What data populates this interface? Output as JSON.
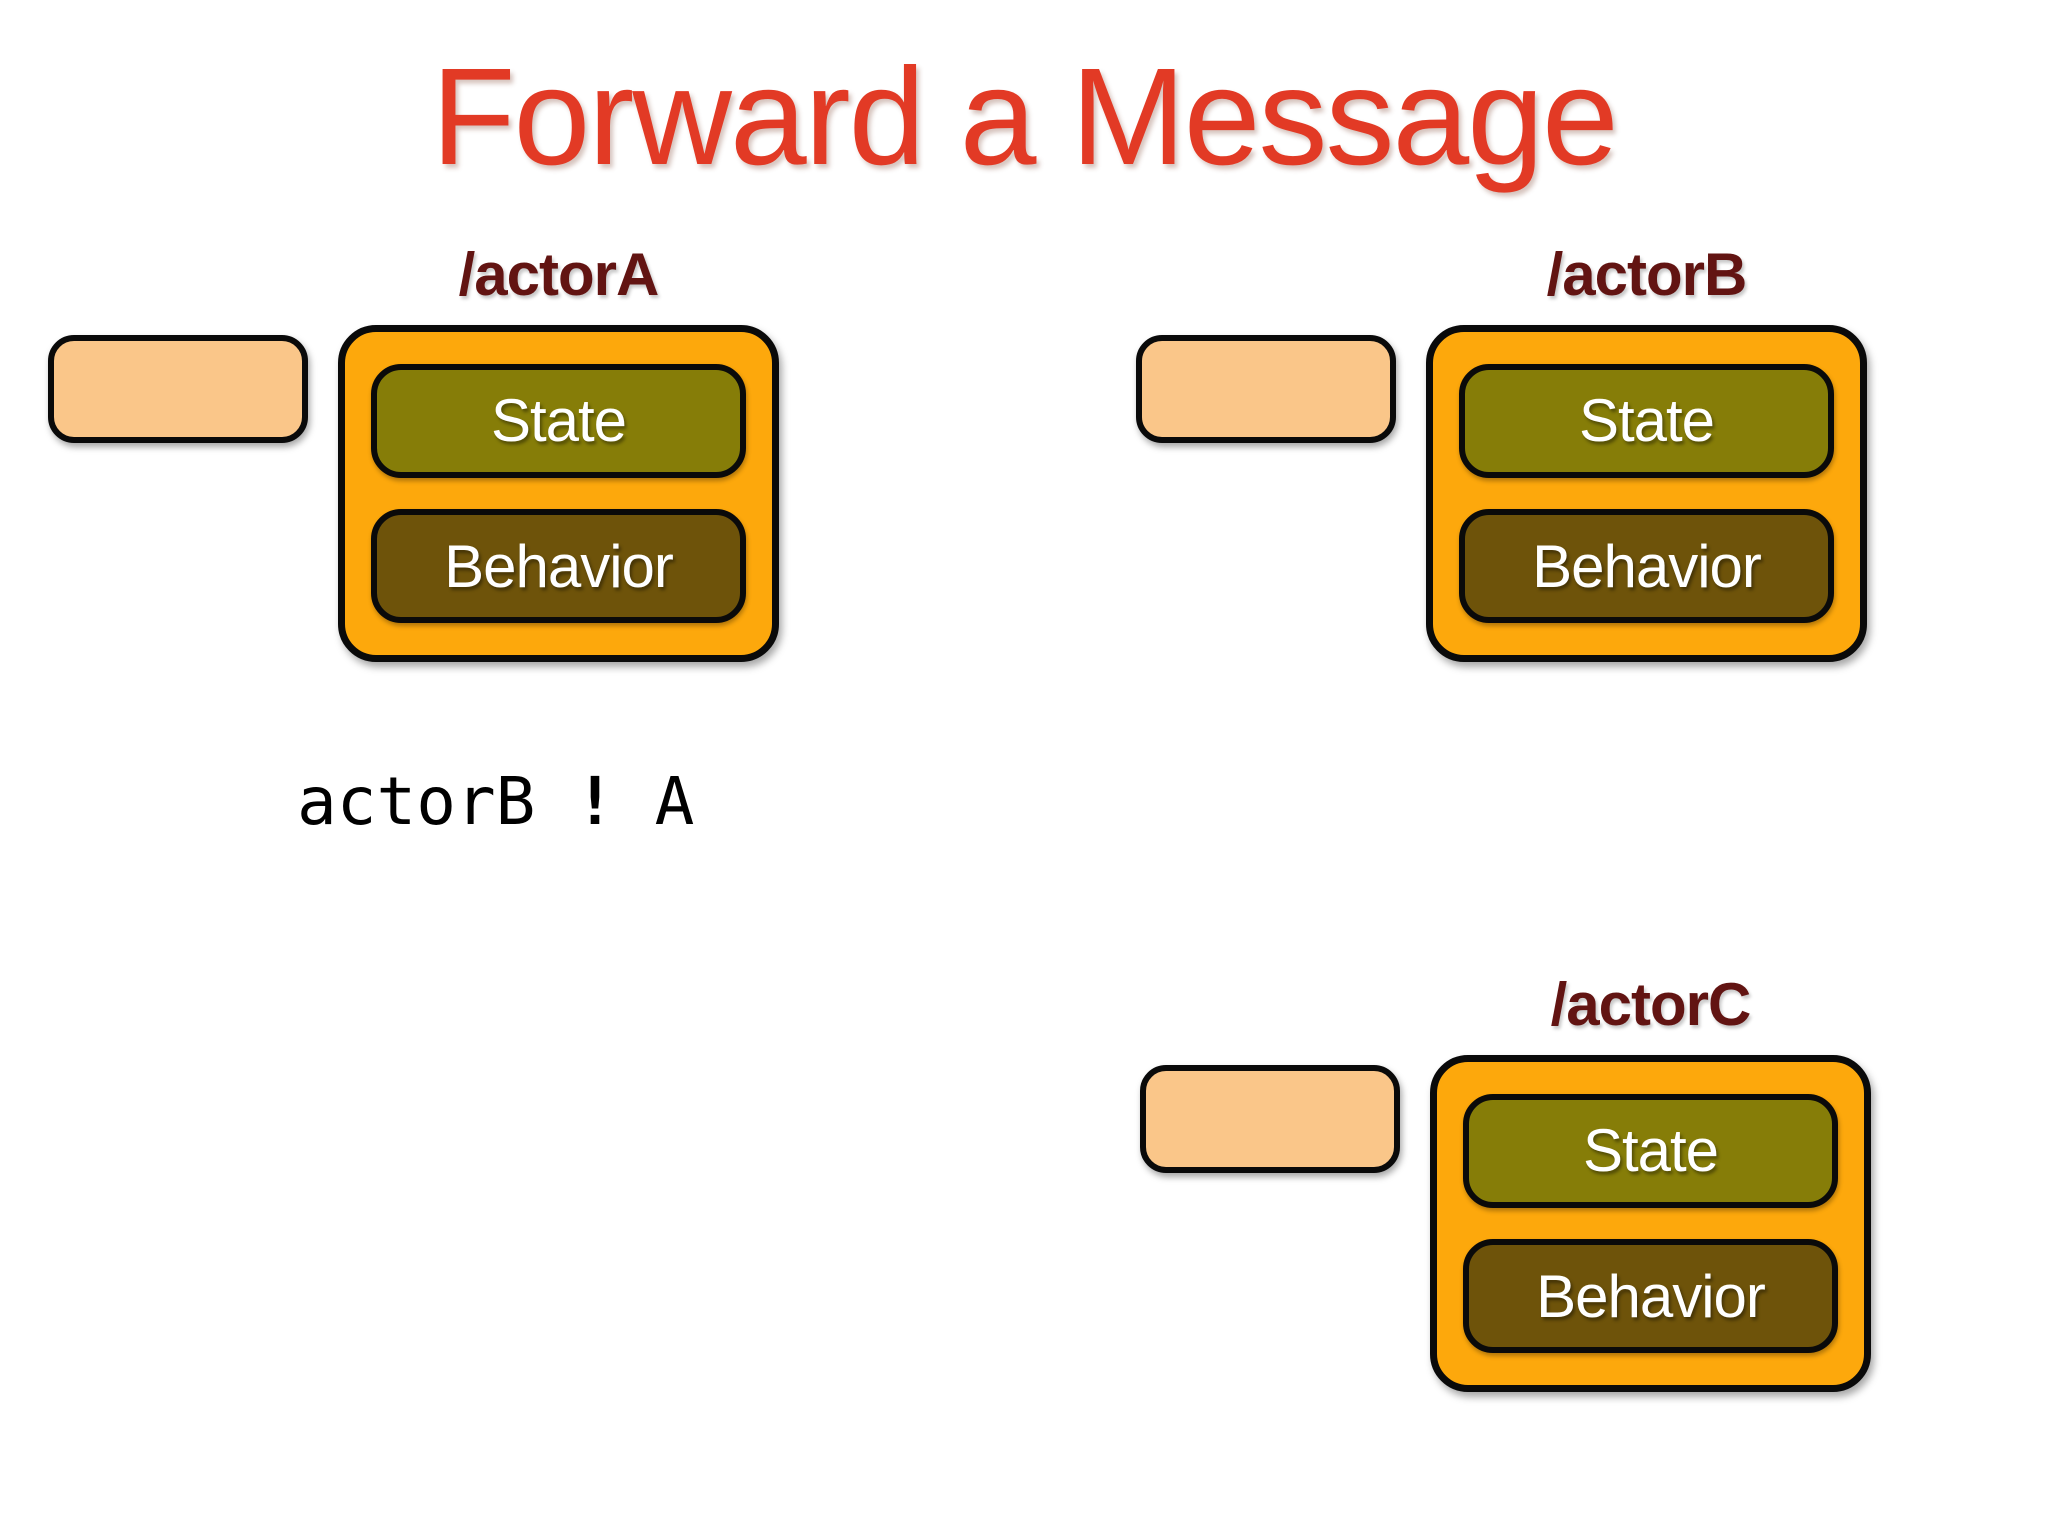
{
  "slide": {
    "title": "Forward a Message"
  },
  "code": {
    "object": "actorB",
    "operator": "!",
    "message": "A"
  },
  "actors": [
    {
      "id": "actorA",
      "label": "/actorA",
      "state_label": "State",
      "behavior_label": "Behavior"
    },
    {
      "id": "actorB",
      "label": "/actorB",
      "state_label": "State",
      "behavior_label": "Behavior"
    },
    {
      "id": "actorC",
      "label": "/actorC",
      "state_label": "State",
      "behavior_label": "Behavior"
    }
  ],
  "colors": {
    "title": "#e23a25",
    "actor_label": "#621412",
    "actor_fill": "#fda80c",
    "state_fill": "#867d08",
    "behavior_fill": "#6e530a",
    "mailbox_fill": "#fac689",
    "outline": "#0a0a0a",
    "inner_text": "#ffffff",
    "code_text": "#000000"
  }
}
